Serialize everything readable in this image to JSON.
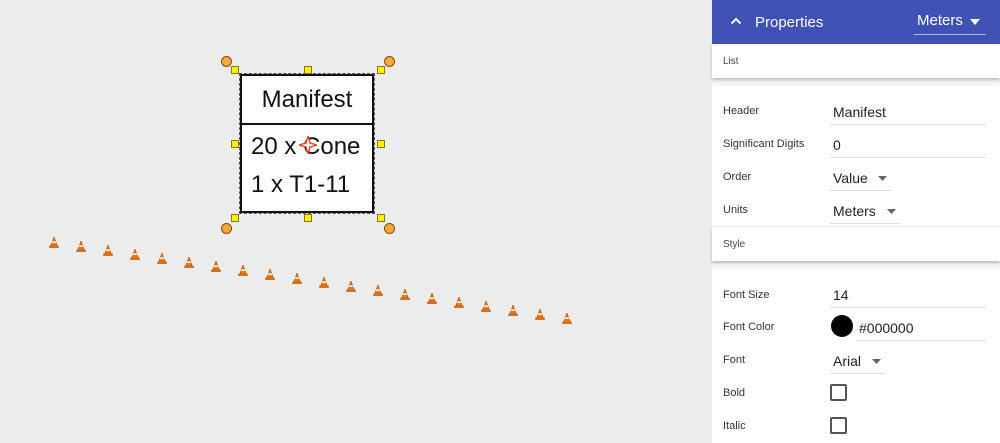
{
  "panel": {
    "title": "Properties",
    "units_value": "Meters",
    "sections": {
      "list": "List",
      "style": "Style"
    },
    "list_props": {
      "header_label": "Header",
      "header_value": "Manifest",
      "digits_label": "Significant Digits",
      "digits_value": "0",
      "order_label": "Order",
      "order_value": "Value",
      "units_label": "Units",
      "units_value": "Meters"
    },
    "style_props": {
      "font_size_label": "Font Size",
      "font_size_value": "14",
      "font_color_label": "Font Color",
      "font_color_value": "#000000",
      "font_label": "Font",
      "font_value": "Arial",
      "bold_label": "Bold",
      "italic_label": "Italic"
    },
    "colors": {
      "header_bg": "#3f51b5",
      "font_color": "#000000"
    }
  },
  "manifest": {
    "header": "Manifest",
    "rows": [
      "20 x Cone",
      "1 x T1-11"
    ]
  },
  "icons": {
    "collapse": "chevron-up-icon",
    "dropdown": "caret-down-icon",
    "cone": "traffic-cone-icon",
    "center": "center-star-icon"
  }
}
